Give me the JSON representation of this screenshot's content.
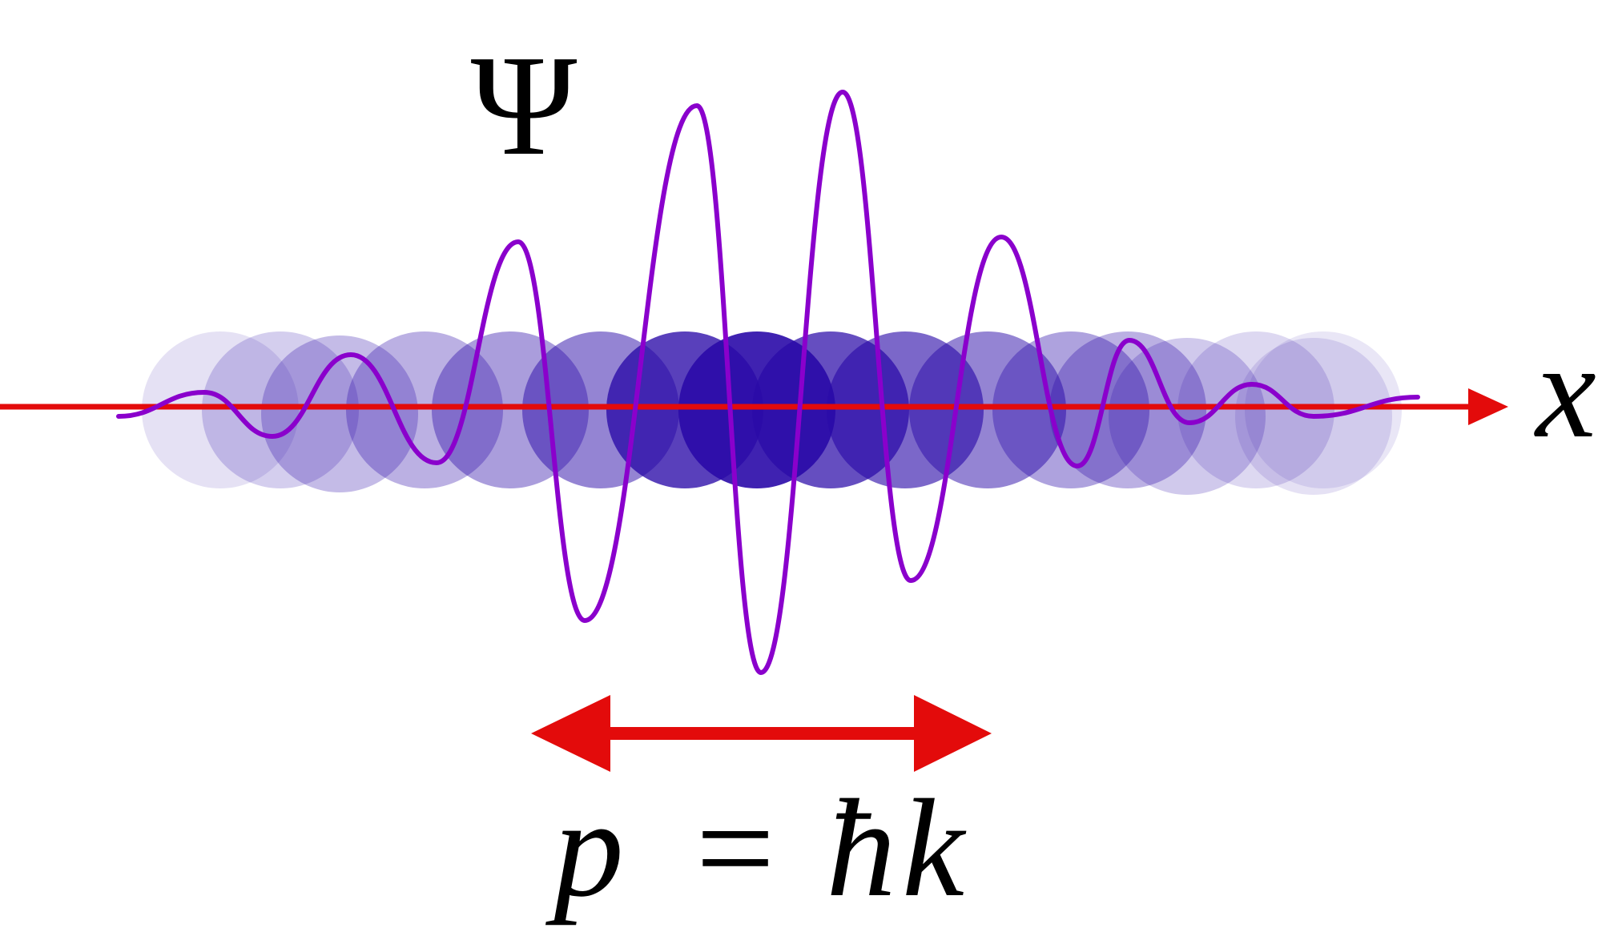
{
  "labels": {
    "psi": "Ψ",
    "x_axis": "x",
    "equation": {
      "p": "p",
      "equals": "=",
      "hbar": "ħ",
      "k": "k"
    }
  },
  "colors": {
    "axis": "#e30b0b",
    "wave": "#8a00cc",
    "particle": "#2a0aa8",
    "momentum_arrow": "#e30b0b",
    "text": "#000000"
  },
  "particle_opacities": [
    0.12,
    0.2,
    0.28,
    0.32,
    0.4,
    0.5,
    0.78,
    0.9,
    0.72,
    0.62,
    0.5,
    0.38,
    0.32,
    0.22,
    0.16,
    0.12,
    0.1
  ]
}
